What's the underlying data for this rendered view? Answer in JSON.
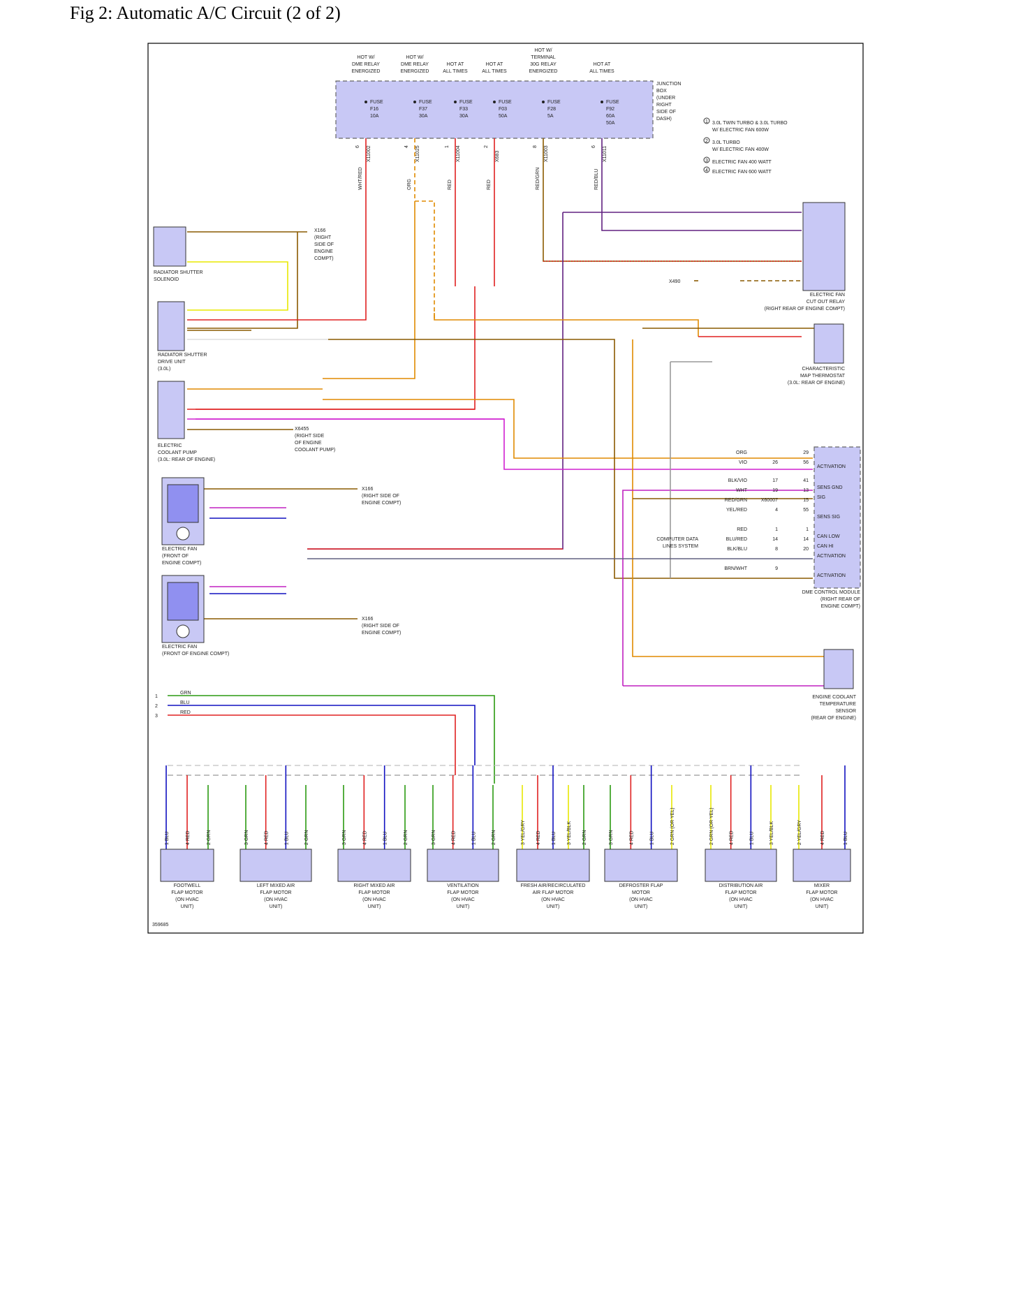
{
  "page": {
    "title": "Fig 2: Automatic A/C Circuit (2 of 2)"
  },
  "figure_id": "359685",
  "junction_box": {
    "label": [
      "JUNCTION",
      "BOX",
      "(UNDER",
      "RIGHT",
      "SIDE OF",
      "DASH)"
    ],
    "hot_labels": [
      [
        "HOT W/",
        "DME RELAY",
        "ENERGIZED"
      ],
      [
        "HOT W/",
        "DME RELAY",
        "ENERGIZED"
      ],
      [
        "HOT AT",
        "ALL TIMES"
      ],
      [
        "HOT AT",
        "ALL TIMES"
      ],
      [
        "HOT W/",
        "TERMINAL",
        "30G RELAY",
        "ENERGIZED"
      ],
      [
        "HOT AT",
        "ALL TIMES"
      ]
    ],
    "fuses": [
      [
        "FUSE",
        "F16",
        "10A"
      ],
      [
        "FUSE",
        "F37",
        "30A"
      ],
      [
        "FUSE",
        "F33",
        "30A"
      ],
      [
        "FUSE",
        "F03",
        "50A"
      ],
      [
        "FUSE",
        "F28",
        "5A"
      ],
      [
        "FUSE",
        "F92",
        "60A",
        "50A"
      ]
    ],
    "connectors": [
      "X11002",
      "X11025",
      "X11004",
      "X683",
      "X11003",
      "X11011"
    ],
    "wire_colors": [
      "WHT/RED",
      "ORG",
      "RED",
      "RED",
      "RED/GRN",
      "RED/BLU"
    ],
    "pins": [
      "6",
      "4",
      "1",
      "2",
      "8",
      "6"
    ]
  },
  "legend": [
    "3.0L TWIN TURBO & 3.0L TURBO",
    "W/ ELECTRIC FAN 600W",
    "3.0L TURBO",
    "W/ ELECTRIC FAN 400W",
    "ELECTRIC FAN 400 WATT",
    "ELECTRIC FAN 600 WATT"
  ],
  "components": {
    "radiator_shutter_solenoid": [
      "RADIATOR SHUTTER",
      "SOLENOID"
    ],
    "radiator_shutter_drive": [
      "RADIATOR SHUTTER",
      "DRIVE UNIT",
      "(3.0L)"
    ],
    "electric_coolant_pump": [
      "ELECTRIC",
      "COOLANT PUMP",
      "(3.0L: REAR OF ENGINE)"
    ],
    "electric_fan_1": [
      "ELECTRIC FAN",
      "(FRONT OF",
      "ENGINE COMPT)"
    ],
    "electric_fan_2": [
      "ELECTRIC FAN",
      "(FRONT OF ENGINE COMPT)"
    ],
    "fan_cutout_relay": [
      "ELECTRIC FAN",
      "CUT OUT RELAY",
      "(RIGHT REAR OF ENGINE COMPT)"
    ],
    "map_thermostat": [
      "CHARACTERISTIC",
      "MAP THERMOSTAT",
      "(3.0L: REAR OF ENGINE)"
    ],
    "dme": [
      "DME CONTROL MODULE",
      "(RIGHT REAR OF",
      "ENGINE COMPT)"
    ],
    "coolant_temp_sensor": [
      "ENGINE COOLANT",
      "TEMPERATURE",
      "SENSOR",
      "(REAR OF ENGINE)"
    ],
    "computer_data_lines": [
      "COMPUTER DATA",
      "LINES SYSTEM"
    ]
  },
  "ground_labels": {
    "x166": [
      "X166",
      "(RIGHT",
      "SIDE OF",
      "ENGINE",
      "COMPT)"
    ],
    "x166_b": [
      "X166",
      "(RIGHT SIDE OF",
      "ENGINE COMPT)"
    ],
    "x6455": [
      "X6455",
      "(RIGHT SIDE",
      "OF ENGINE",
      "COOLANT PUMP)"
    ],
    "x490": "X490"
  },
  "dme_pins": [
    {
      "label": "ACTIVATION"
    },
    {
      "label": "SENS GND"
    },
    {
      "label": "SIG"
    },
    {
      "label": "SENS SIG"
    },
    {
      "label": "CAN LOW"
    },
    {
      "label": "CAN HI"
    },
    {
      "label": "ACTIVATION"
    },
    {
      "label": "ACTIVATION"
    }
  ],
  "dme_wires": [
    {
      "color": "ORG",
      "a": "",
      "b": "29"
    },
    {
      "color": "VIO",
      "a": "26",
      "b": "56"
    },
    {
      "color": "BLK/VIO",
      "a": "17",
      "b": "41"
    },
    {
      "color": "WHT",
      "a": "19",
      "b": "13"
    },
    {
      "color": "RED/GRN",
      "a": "X60007",
      "b": "15"
    },
    {
      "color": "YEL/RED",
      "a": "4",
      "b": "55"
    },
    {
      "color": "RED",
      "a": "1",
      "b": "1"
    },
    {
      "color": "BLU/RED",
      "a": "14",
      "b": "14"
    },
    {
      "color": "BLK/BLU",
      "a": "8",
      "b": "20"
    },
    {
      "color": "BRN/WHT",
      "a": "9",
      "b": ""
    }
  ],
  "bus": [
    {
      "num": "1",
      "color": "GRN"
    },
    {
      "num": "2",
      "color": "BLU"
    },
    {
      "num": "3",
      "color": "RED"
    }
  ],
  "flap_motors": [
    {
      "name": [
        "FOOTWELL",
        "FLAP MOTOR",
        "(ON HVAC",
        "UNIT)"
      ],
      "pins": [
        "1  BLU",
        "4  RED",
        "2  GRN"
      ]
    },
    {
      "name": [
        "LEFT MIXED AIR",
        "FLAP MOTOR",
        "(ON HVAC",
        "UNIT)"
      ],
      "pins": [
        "3  GRN",
        "4  RED",
        "1  BLU",
        "2  GRN"
      ]
    },
    {
      "name": [
        "RIGHT MIXED AIR",
        "FLAP MOTOR",
        "(ON HVAC",
        "UNIT)"
      ],
      "pins": [
        "3  GRN",
        "4  RED",
        "1  BLU",
        "2  GRN"
      ]
    },
    {
      "name": [
        "VENTILATION",
        "FLAP MOTOR",
        "(ON HVAC",
        "UNIT)"
      ],
      "pins": [
        "3  GRN",
        "4  RED",
        "1  BLU",
        "2  GRN"
      ]
    },
    {
      "name": [
        "FRESH AIR/RECIRCULATED",
        "AIR FLAP MOTOR",
        "(ON HVAC",
        "UNIT)"
      ],
      "pins": [
        "3  YEL/GRY",
        "4  RED",
        "1  BLU",
        "3  YEL/BLK",
        "2  GRN"
      ]
    },
    {
      "name": [
        "DEFROSTER FLAP",
        "MOTOR",
        "(ON HVAC",
        "UNIT)"
      ],
      "pins": [
        "3  GRN",
        "4  RED",
        "1  BLU",
        "2  GRN (OR YEL)"
      ]
    },
    {
      "name": [
        "DISTRIBUTION AIR",
        "FLAP MOTOR",
        "(ON HVAC",
        "UNIT)"
      ],
      "pins": [
        "2  GRN (OR YEL)",
        "4  RED",
        "1  BLU",
        "3  YEL/BLK"
      ]
    },
    {
      "name": [
        "MIXER",
        "FLAP MOTOR",
        "(ON HVAC",
        "UNIT)"
      ],
      "pins": [
        "2  YEL/GRY",
        "4  RED",
        "1  BLU"
      ]
    }
  ],
  "colors": {
    "component_fill": "#c8c8f5",
    "red": "#e02020",
    "blue": "#1010c0",
    "green": "#2a9a10",
    "orange": "#e08a00",
    "brown": "#8a5a00",
    "violet": "#c020c0",
    "purple": "#602080",
    "yellow": "#e8e800",
    "gray": "#999999"
  }
}
